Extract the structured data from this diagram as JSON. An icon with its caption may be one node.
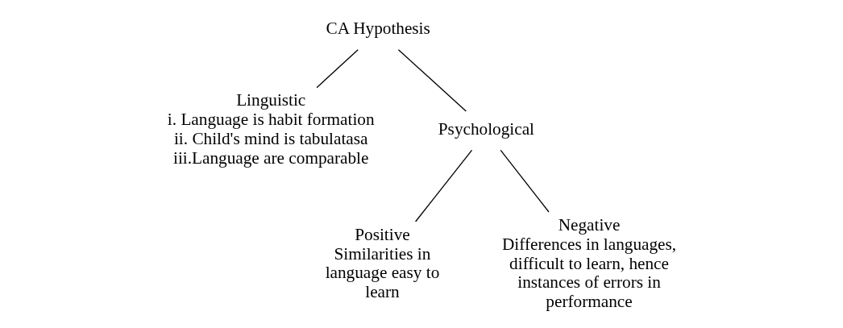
{
  "diagram": {
    "nodes": [
      {
        "text": [
          "CA Hypothesis"
        ]
      },
      {
        "text": [
          "Linguistic",
          "i. Language is habit formation",
          "ii. Child's mind is tabulatasa",
          "iii.Language are comparable"
        ]
      },
      {
        "text": [
          "Psychological"
        ]
      },
      {
        "text": [
          "Positive",
          "Similarities in language easy to learn"
        ]
      },
      {
        "text": [
          "Negative",
          "Differences in languages, difficult to learn, hence instances of errors in performance"
        ]
      }
    ],
    "edges": [
      {
        "from": 0,
        "to": 1,
        "arrow": "none"
      },
      {
        "from": 0,
        "to": 2,
        "arrow": "none"
      },
      {
        "from": 2,
        "to": 3,
        "arrow": "none"
      },
      {
        "from": 2,
        "to": 4,
        "arrow": "none"
      }
    ]
  }
}
